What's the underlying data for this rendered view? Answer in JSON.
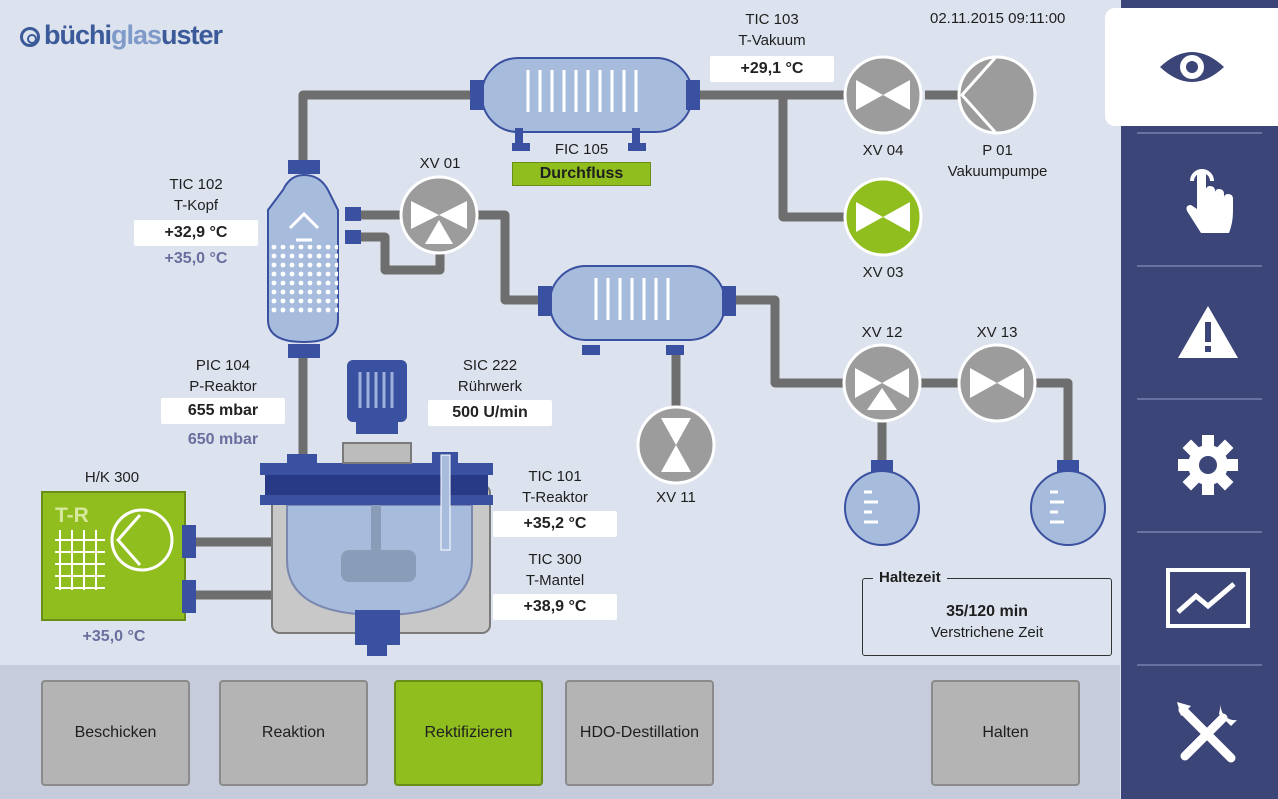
{
  "header": {
    "logo_brand": "büchi",
    "logo_mid": "glas",
    "logo_end": "uster",
    "datetime": "02.11.2015 09:11:00"
  },
  "process": {
    "tic103": {
      "tag": "TIC 103",
      "name": "T-Vakuum",
      "value": "+29,1 °C"
    },
    "fic105": {
      "tag": "FIC 105",
      "status": "Durchfluss"
    },
    "tic102": {
      "tag": "TIC 102",
      "name": "T-Kopf",
      "value": "+32,9 °C",
      "setpoint": "+35,0 °C"
    },
    "pic104": {
      "tag": "PIC 104",
      "name": "P-Reaktor",
      "value": "655 mbar",
      "setpoint": "650 mbar"
    },
    "sic222": {
      "tag": "SIC 222",
      "name": "Rührwerk",
      "value": "500 U/min"
    },
    "tic101": {
      "tag": "TIC 101",
      "name": "T-Reaktor",
      "value": "+35,2 °C"
    },
    "tic300": {
      "tag": "TIC 300",
      "name": "T-Mantel",
      "value": "+38,9 °C"
    },
    "hk300": {
      "tag": "H/K 300",
      "unit_label": "T-R",
      "setpoint": "+35,0 °C"
    },
    "valves": {
      "xv01": "XV 01",
      "xv03": "XV 03",
      "xv04": "XV 04",
      "xv11": "XV 11",
      "xv12": "XV 12",
      "xv13": "XV 13"
    },
    "pump": {
      "tag": "P 01",
      "name": "Vakuumpumpe"
    }
  },
  "haltezeit": {
    "title": "Haltezeit",
    "time": "35/120 min",
    "subtitle": "Verstrichene Zeit"
  },
  "steps": [
    {
      "label": "Beschicken",
      "active": false
    },
    {
      "label": "Reaktion",
      "active": false
    },
    {
      "label": "Rektifizieren",
      "active": true
    },
    {
      "label": "HDO-Destillation",
      "active": false
    },
    {
      "label": "Halten",
      "active": false
    }
  ],
  "sidebar": {
    "items": [
      "eye-icon",
      "touch-hand-icon",
      "warning-icon",
      "gear-icon",
      "trend-chart-icon",
      "tools-icon"
    ],
    "active": "eye-icon"
  },
  "colors": {
    "accent_green": "#8fbe1e",
    "sidebar": "#3b4577",
    "vessel": "#a7bcdc",
    "flange": "#3a50a0",
    "pipe": "#6e6e6e"
  }
}
